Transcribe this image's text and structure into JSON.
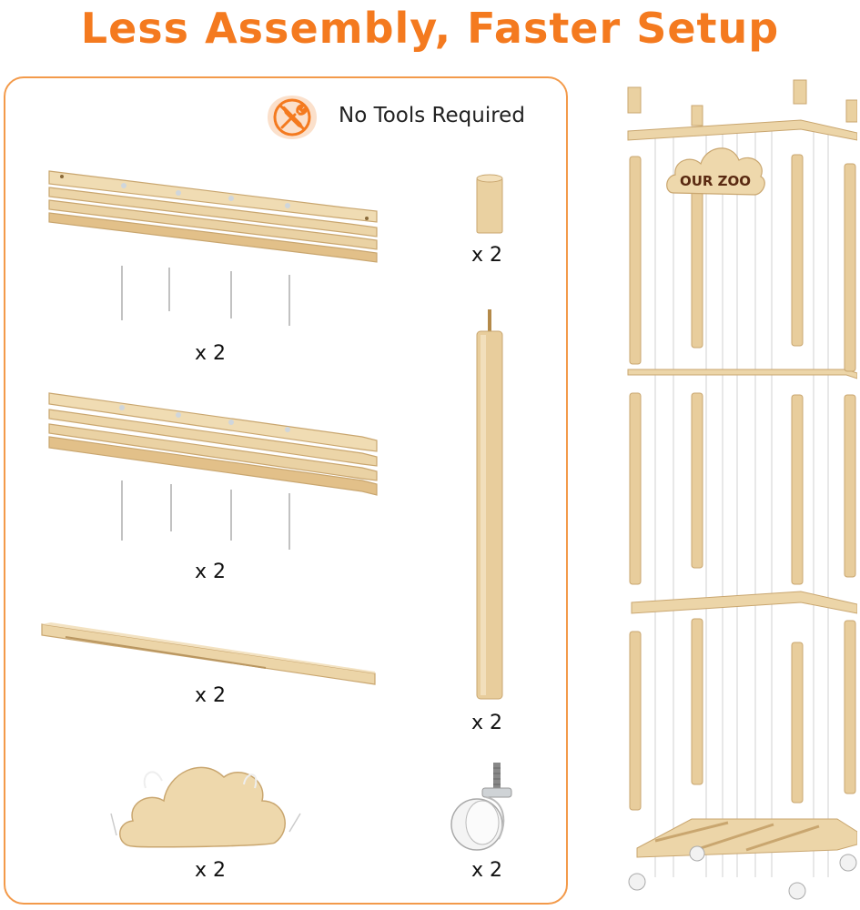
{
  "headline": "Less Assembly, Faster Setup",
  "badge": {
    "label": "No Tools Required",
    "icon": "crossed-tools-icon"
  },
  "parts": [
    {
      "name": "long-slat-panel",
      "quantity": "x 2"
    },
    {
      "name": "short-slat-panel",
      "quantity": "x 2"
    },
    {
      "name": "base-board",
      "quantity": "x 2"
    },
    {
      "name": "cloud-sign",
      "quantity": "x 2"
    },
    {
      "name": "post-cap",
      "quantity": "x 2"
    },
    {
      "name": "wooden-post",
      "quantity": "x 2"
    },
    {
      "name": "caster-wheel",
      "quantity": "x 2"
    }
  ],
  "assembled": {
    "sign_text": "OUR ZOO"
  },
  "colors": {
    "accent": "#f47a1f",
    "border": "#f39a4a",
    "wood": "#e9cfa0",
    "wood_dark": "#c9a66f"
  }
}
